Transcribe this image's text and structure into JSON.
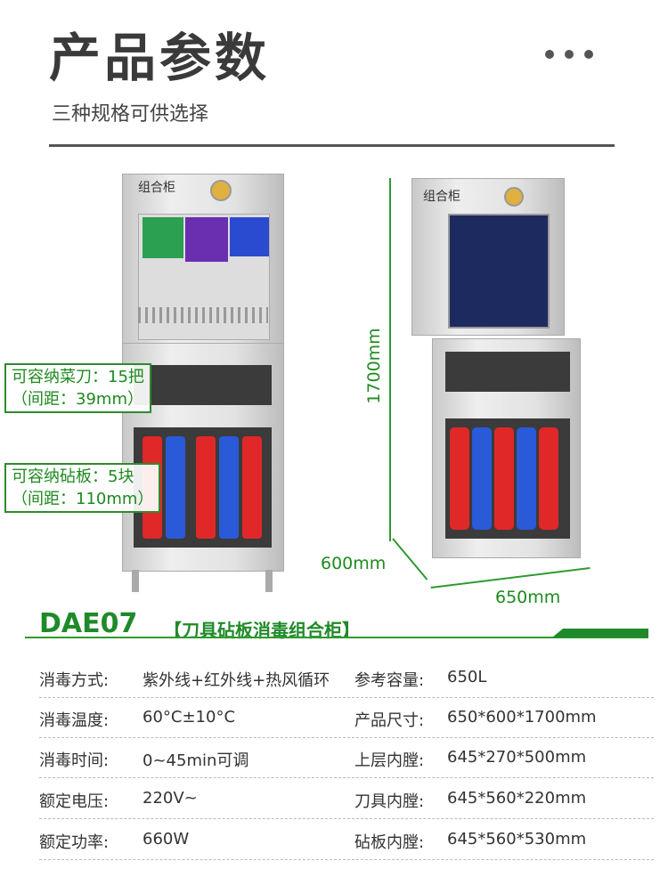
{
  "header": {
    "title": "产品参数",
    "subtitle": "三种规格可供选择"
  },
  "product_image": {
    "brand_label": "组合柜",
    "callouts": [
      {
        "line1": "可容纳菜刀：15把",
        "line2": "（间距：39mm）"
      },
      {
        "line1": "可容纳砧板：5块",
        "line2": "（间距：110mm）"
      }
    ],
    "dimensions": {
      "height": "1700mm",
      "depth": "600mm",
      "width": "650mm"
    }
  },
  "model": {
    "code": "DAE07",
    "name": "【刀具砧板消毒组合柜】"
  },
  "specs": [
    {
      "label": "消毒方式:",
      "value": "紫外线+红外线+热风循环",
      "label2": "参考容量:",
      "value2": "650L"
    },
    {
      "label": "消毒温度:",
      "value": "60°C±10°C",
      "label2": "产品尺寸:",
      "value2": "650*600*1700mm"
    },
    {
      "label": "消毒时间:",
      "value": "0~45min可调",
      "label2": "上层内膛:",
      "value2": "645*270*500mm"
    },
    {
      "label": "额定电压:",
      "value": "220V~",
      "label2": "刀具内膛:",
      "value2": "645*560*220mm"
    },
    {
      "label": "额定功率:",
      "value": "660W",
      "label2": "砧板内膛:",
      "value2": "645*560*530mm"
    }
  ],
  "colors": {
    "accent": "#1f8a2a"
  }
}
